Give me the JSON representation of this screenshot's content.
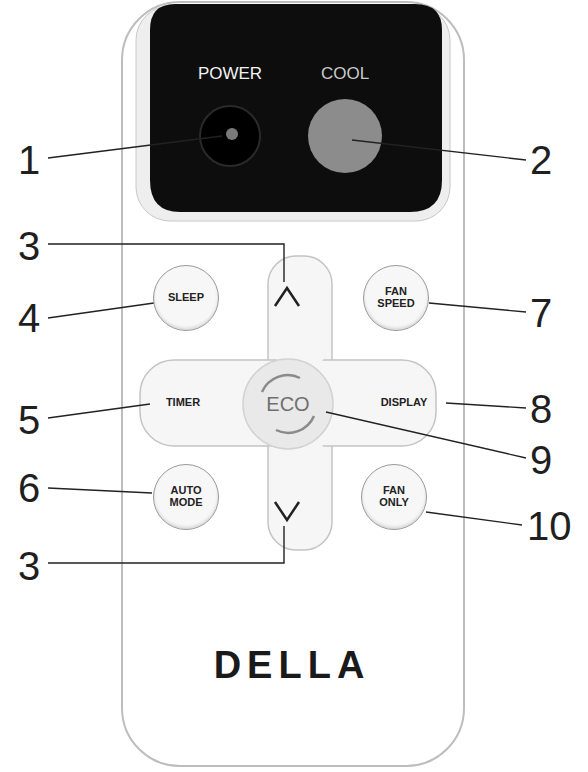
{
  "diagram": {
    "nodes": [
      {
        "text": [
          "POWER"
        ]
      },
      {
        "text": [
          "COOL"
        ]
      },
      {
        "text": [
          "SLEEP"
        ]
      },
      {
        "text": [
          "FAN SPEED"
        ]
      },
      {
        "text": [
          "TIMER"
        ]
      },
      {
        "text": [
          "ECO"
        ]
      },
      {
        "text": [
          "DISPLAY"
        ]
      },
      {
        "text": [
          "AUTO MODE"
        ]
      },
      {
        "text": [
          "FAN ONLY"
        ]
      }
    ],
    "labels": [
      "1",
      "2",
      "3",
      "4",
      "7",
      "5",
      "8",
      "9",
      "6",
      "10",
      "3",
      "DELLA"
    ]
  }
}
